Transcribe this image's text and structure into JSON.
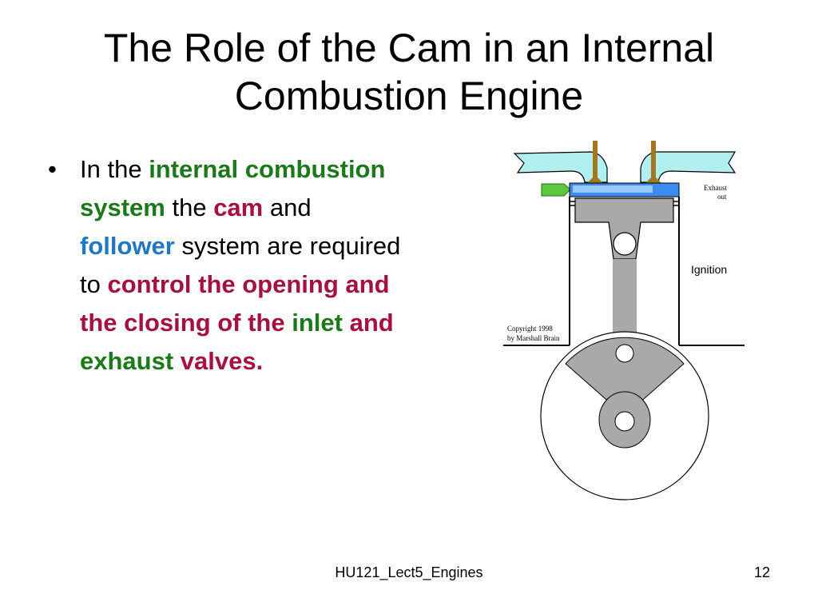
{
  "slide": {
    "title_line1": "The Role of the Cam in an Internal",
    "title_line2": "Combustion Engine",
    "bullet": {
      "marker": "•",
      "t1": "In the ",
      "t2": "internal combustion system",
      "t3": " the ",
      "t4": "cam",
      "t5": " and ",
      "t6": "follower",
      "t7": " system are required to ",
      "t8": "control the opening and the closing of the ",
      "t9": "inlet",
      "t10": " and ",
      "t11": "exhaust",
      "t12": " valves."
    },
    "colors": {
      "green": "#1a7a1a",
      "red": "#a5103c",
      "blue": "#1e78c8"
    }
  },
  "diagram": {
    "exhaust_line1": "Exhaust",
    "exhaust_line2": "out",
    "ignition": "Ignition",
    "copyright_line1": "Copyright 1998",
    "copyright_line2": "by Marshall Brain"
  },
  "footer": {
    "course": "HU121_Lect5_Engines",
    "page_number": "12"
  }
}
